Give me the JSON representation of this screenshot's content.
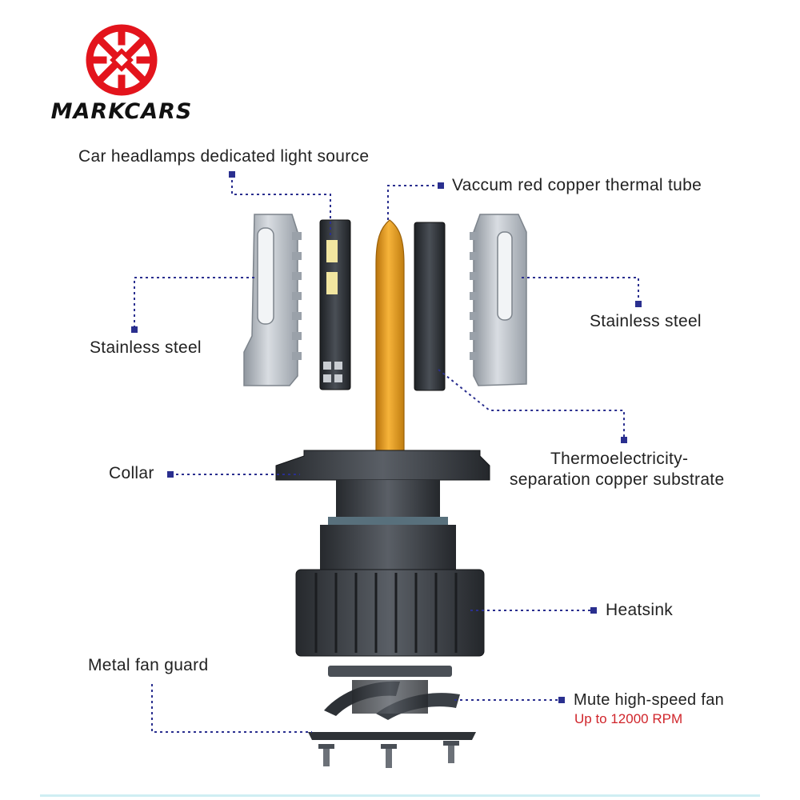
{
  "brand": {
    "name": "MARKCARS",
    "logo_icon": "red-circle-x-logo-icon",
    "colors": {
      "logo_red": "#e3141c",
      "text": "#111111"
    }
  },
  "labels": {
    "light_source": "Car headlamps dedicated light source",
    "thermal_tube": "Vaccum red copper thermal tube",
    "stainless_left": "Stainless steel",
    "stainless_right": "Stainless steel",
    "substrate_line1": "Thermoelectricity-",
    "substrate_line2": "separation copper substrate",
    "collar": "Collar",
    "heatsink": "Heatsink",
    "fan_guard": "Metal fan guard",
    "fan": "Mute high-speed fan",
    "fan_speed": "Up to 12000 RPM"
  },
  "colors": {
    "leader_line": "#2a2f8f",
    "label_text": "#222222",
    "fan_speed_text": "#d0252b",
    "copper_tube": "#e39a1a",
    "stainless": "#b8bec6",
    "dark_part": "#2d3136",
    "led_chip": "#f2e6a0"
  }
}
